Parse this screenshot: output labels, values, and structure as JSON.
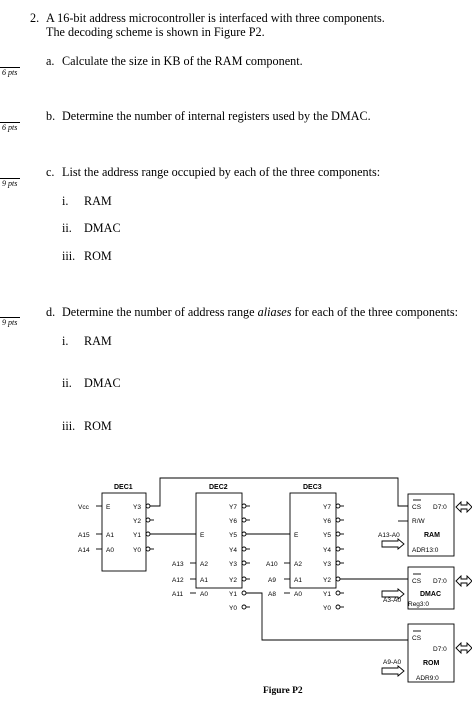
{
  "question": {
    "number": "2.",
    "intro_line1": "A 16-bit address microcontroller is interfaced with three components.",
    "intro_line2": "The decoding scheme is shown in Figure P2.",
    "parts": [
      {
        "label": "a.",
        "text": "Calculate the size in KB of the RAM component.",
        "points": "6 pts"
      },
      {
        "label": "b.",
        "text": "Determine the number of internal registers used by the DMAC.",
        "points": "6 pts"
      },
      {
        "label": "c.",
        "text": "List the address range occupied by each of the three components:",
        "points": "9 pts",
        "items": [
          "i.",
          "RAM",
          "ii.",
          "DMAC",
          "iii.",
          "ROM"
        ]
      },
      {
        "label": "d.",
        "text_pre": "Determine the number of address range ",
        "text_em": "aliases",
        "text_post": " for each of the three components:",
        "points": "9 pts",
        "items": [
          "i.",
          "RAM",
          "ii.",
          "DMAC",
          "iii.",
          "ROM"
        ]
      }
    ]
  },
  "figure": {
    "caption": "Figure P2",
    "dec1": {
      "name": "DEC1",
      "inputs": [
        "E",
        "A1",
        "A0"
      ],
      "outputs": [
        "Y3",
        "Y2",
        "Y1",
        "Y0"
      ],
      "signals": [
        "Vcc",
        "A15",
        "A14"
      ]
    },
    "dec2": {
      "name": "DEC2",
      "inputs": [
        "E",
        "A2",
        "A1",
        "A0"
      ],
      "outputs": [
        "Y7",
        "Y6",
        "Y5",
        "Y4",
        "Y3",
        "Y2",
        "Y1",
        "Y0"
      ],
      "signals": [
        "A13",
        "A12",
        "A11"
      ]
    },
    "dec3": {
      "name": "DEC3",
      "inputs": [
        "E",
        "A2",
        "A1",
        "A0"
      ],
      "outputs": [
        "Y7",
        "Y6",
        "Y5",
        "Y4",
        "Y3",
        "Y2",
        "Y1",
        "Y0"
      ],
      "signals": [
        "A10",
        "A9",
        "A8"
      ]
    },
    "ram": {
      "name": "RAM",
      "cs": "CS",
      "data": "D7:0",
      "rw": "R/W",
      "addr_in": "A13-A0",
      "addr": "ADR13:0"
    },
    "dmac": {
      "name": "DMAC",
      "cs": "CS",
      "data": "D7:0",
      "addr_in": "A3-A0",
      "addr": "Reg3:0"
    },
    "rom": {
      "name": "ROM",
      "cs": "CS",
      "data": "D7:0",
      "addr_in": "A9-A0",
      "addr": "ADR9:0"
    }
  }
}
